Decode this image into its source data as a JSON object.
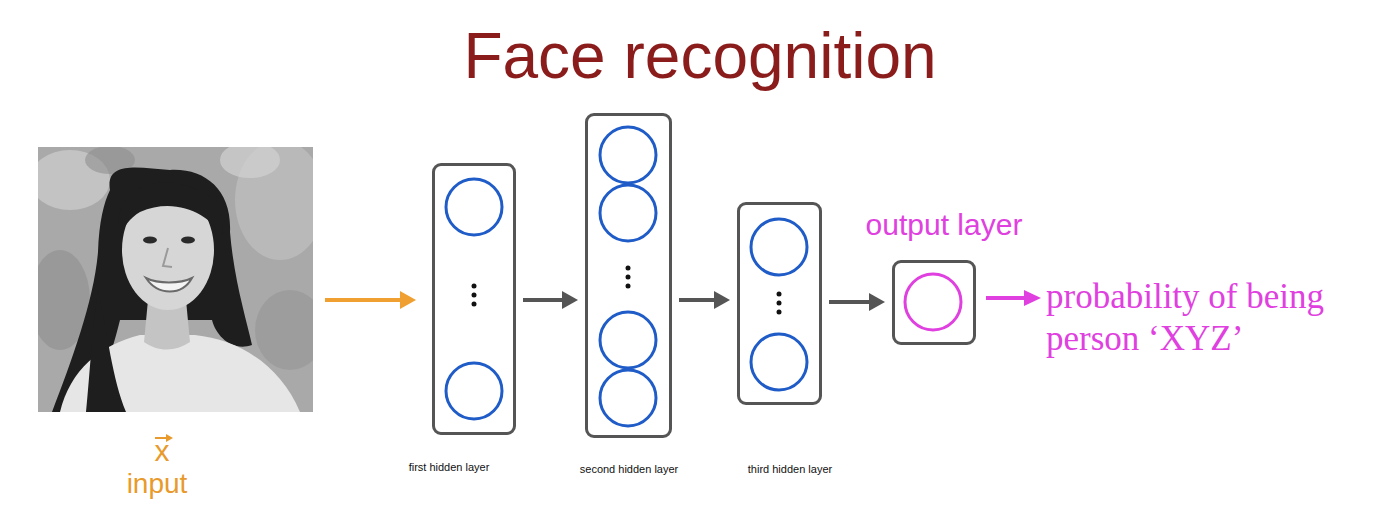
{
  "diagram": {
    "title": "Face recognition",
    "nodes": [
      {
        "text": [
          "x",
          "input"
        ]
      },
      {
        "text": [
          "first hidden layer"
        ]
      },
      {
        "text": [
          "second hidden layer"
        ]
      },
      {
        "text": [
          "third hidden layer"
        ]
      },
      {
        "text": [
          "output layer"
        ]
      }
    ],
    "edges": [
      {
        "from": 0,
        "to": 1,
        "arrow": "to"
      },
      {
        "from": 1,
        "to": 2,
        "arrow": "to"
      },
      {
        "from": 2,
        "to": 3,
        "arrow": "to"
      },
      {
        "from": 3,
        "to": 4,
        "arrow": "to"
      }
    ],
    "labels": [
      "probability of being person ‘XYZ’"
    ]
  }
}
